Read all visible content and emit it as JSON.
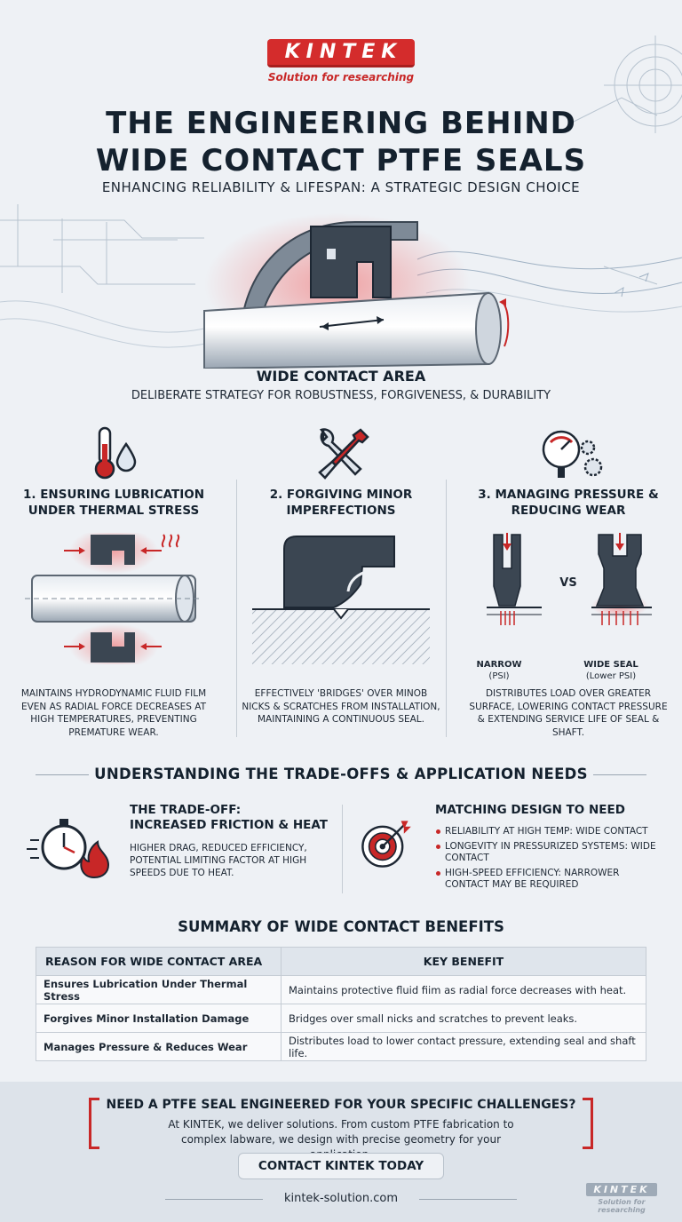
{
  "brand": {
    "logo": "KINTEK",
    "tagline": "Solution for researching"
  },
  "header": {
    "title_line1": "THE ENGINEERING BEHIND",
    "title_line2": "WIDE CONTACT PTFE SEALS",
    "subtitle": "ENHANCING RELIABILITY & LIFESPAN: A STRATEGIC DESIGN CHOICE"
  },
  "hero": {
    "title": "WIDE CONTACT AREA",
    "subtitle": "DELIBERATE STRATEGY FOR ROBUSTNESS, FORGIVENESS, & DURABILITY"
  },
  "columns": [
    {
      "title": "1. ENSURING LUBRICATION UNDER THERMAL STRESS",
      "description": "MAINTAINS HYDRODYNAMIC FLUID FILM EVEN AS RADIAL FORCE DECREASES AT HIGH TEMPERATURES, PREVENTING PREMATURE WEAR.",
      "icon": "thermometer-droplet-icon"
    },
    {
      "title": "2. FORGIVING MINOR IMPERFECTIONS",
      "description": "EFFECTIVELY 'BRIDGES' OVER MINOB NICKS & SCRATCHES FROM INSTALLATION, MAINTAINING A CONTINUOUS SEAL.",
      "icon": "wrench-screwdriver-icon"
    },
    {
      "title": "3. MANAGING PRESSURE & REDUCING WEAR",
      "description": "DISTRIBUTES LOAD OVER GREATER SURFACE, LOWERING CONTACT PRESSURE & EXTENDING SERVICE LIFE OF SEAL & SHAFT.",
      "icon": "pressure-gauge-gears-icon",
      "compare": {
        "vs": "VS",
        "narrow_label": "NARROW",
        "narrow_sub": "(PSI)",
        "wide_label": "WIDE SEAL",
        "wide_sub": "(Lower PSI)"
      }
    }
  ],
  "tradeoffs": {
    "section_title": "UNDERSTANDING THE TRADE-OFFS & APPLICATION NEEDS",
    "left": {
      "title_line1": "THE TRADE-OFF:",
      "title_line2": "INCREASED FRICTION & HEAT",
      "description": "HIGHER DRAG, REDUCED EFFICIENCY, POTENTIAL LIMITING FACTOR AT HIGH SPEEDS DUE TO HEAT.",
      "icon": "stopwatch-flame-icon"
    },
    "right": {
      "title": "MATCHING DESIGN TO NEED",
      "bullets": [
        "RELIABILITY AT HIGH TEMP: WIDE CONTACT",
        "LONGEVITY IN PRESSURIZED SYSTEMS: WIDE CONTACT",
        "HIGH-SPEED EFFICIENCY: NARROWER CONTACT MAY BE REQUIRED"
      ],
      "icon": "target-arrow-icon"
    }
  },
  "summary": {
    "title": "SUMMARY OF WIDE CONTACT BENEFITS",
    "headers": [
      "REASON FOR WIDE CONTACT AREA",
      "KEY BENEFIT"
    ],
    "rows": [
      [
        "Ensures Lubrication Under Thermal Stress",
        "Maintains protective fluid fiim as radial force decreases with heat."
      ],
      [
        "Forgives Minor Installation Damage",
        "Bridges over small nicks and scratches to prevent leaks."
      ],
      [
        "Manages Pressure & Reduces Wear",
        "Distributes load to lower contact pressure, extending seal and shaft life."
      ]
    ]
  },
  "cta": {
    "title": "NEED A PTFE SEAL ENGINEERED FOR YOUR SPECIFIC CHALLENGES?",
    "text": "At KINTEK, we deliver solutions. From custom PTFE fabrication to complex labware, we design with precise geometry for your application.",
    "button": "CONTACT KINTEK TODAY",
    "website": "kintek-solution.com"
  },
  "colors": {
    "accent": "#c82727",
    "dark": "#14212e",
    "seal": "#3b4652",
    "background": "#eef1f5"
  }
}
